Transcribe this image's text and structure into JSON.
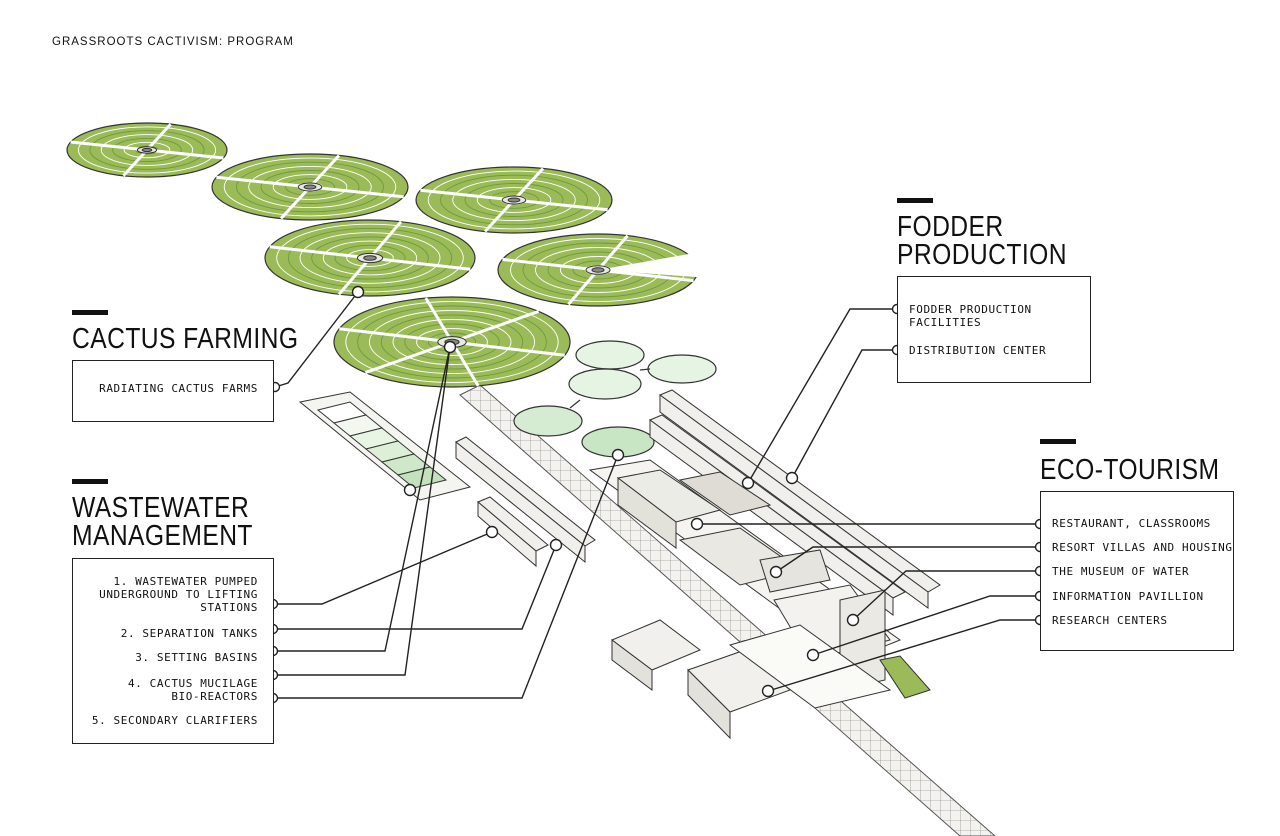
{
  "page_title": "GRASSROOTS CACTIVISM: PROGRAM",
  "sections": {
    "cactus": {
      "title": "CACTUS FARMING",
      "items": [
        "RADIATING CACTUS FARMS"
      ]
    },
    "wastewater": {
      "title_line1": "WASTEWATER",
      "title_line2": "MANAGEMENT",
      "items": [
        {
          "line1": "1. WASTEWATER PUMPED",
          "line2": "UNDERGROUND TO LIFTING",
          "line3": "STATIONS"
        },
        {
          "line1": "2. SEPARATION TANKS"
        },
        {
          "line1": "3. SETTING BASINS"
        },
        {
          "line1": "4. CACTUS MUCILAGE",
          "line2": "BIO-REACTORS"
        },
        {
          "line1": "5. SECONDARY CLARIFIERS"
        }
      ]
    },
    "fodder": {
      "title_line1": "FODDER",
      "title_line2": "PRODUCTION",
      "items": [
        {
          "line1": "FODDER PRODUCTION",
          "line2": "FACILITIES"
        },
        {
          "line1": "DISTRIBUTION CENTER"
        }
      ]
    },
    "eco": {
      "title": "ECO-TOURISM",
      "items": [
        "RESTAURANT, CLASSROOMS",
        "RESORT VILLAS AND HOUSING",
        "THE MUSEUM OF WATER",
        "INFORMATION PAVILLION",
        "RESEARCH CENTERS"
      ]
    }
  },
  "colors": {
    "farm_green": "#9bbb58",
    "farm_dark": "#6f9a3c",
    "basin_green": "#dcefd8",
    "building": "#f1f0ec",
    "line": "#222222"
  }
}
